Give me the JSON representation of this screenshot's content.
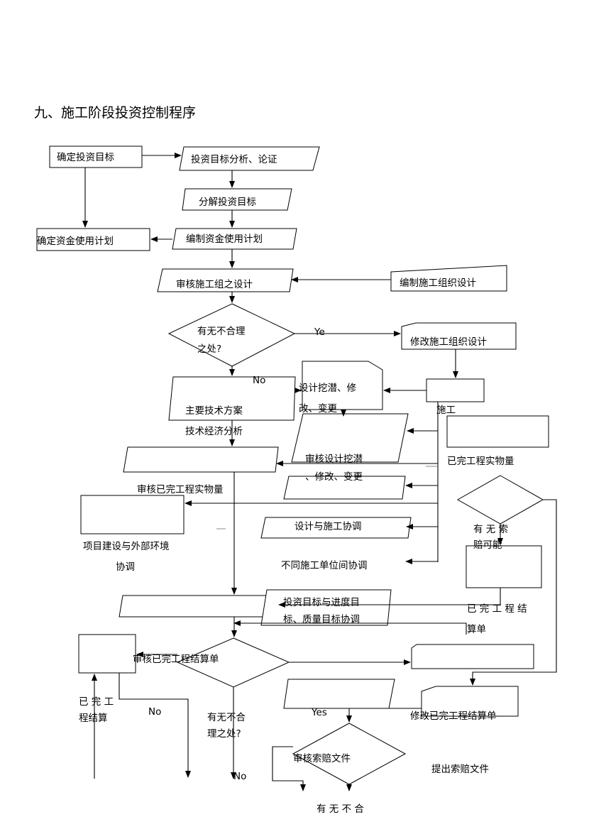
{
  "title": "九、施工阶段投资控制程序",
  "labels": {
    "t1": "确定投资目标",
    "t2": "投资目标分析、论证",
    "t3": "分解投资目标",
    "t4": "确定资金使用计划",
    "t5": "编制资金使用计划",
    "t6": "审核施工组之设计",
    "t7": "编制施工组织设计",
    "t8a": "有无不合理",
    "t8b": "之处?",
    "t9": "Ye",
    "t10": "修改施工组织设计",
    "t11": "No",
    "t12": "主要技术方案",
    "t13": "技术经济分析",
    "t14a": "设计挖潜、修",
    "t14b": "改、变更",
    "t15": "施工",
    "t16a": "审核设计挖潜",
    "t16b": "、修改、变更",
    "t17": "已完工程实物量",
    "t18": "审核已完工程实物量",
    "t19a": "项目建设与外部环境",
    "t19b": "协调",
    "t20": "设计与施工协调",
    "t21a": "有 无 索",
    "t21b": "赔可能",
    "t22": "不同施工单位间协调",
    "t23a": "投资目标与进度目",
    "t23b": "标、质量目标协调",
    "t24a": "已 完 工 程 结",
    "t24b": "算单",
    "t25": "审核已完工程结算单",
    "t26a": "已 完 工",
    "t26b": "程结算",
    "t27": "No",
    "t28a": "有无不合",
    "t28b": "理之处?",
    "t29": "Yes",
    "t30": "修改已完工程结算单",
    "t31": "审核索赔文件",
    "t32": "提出索赔文件",
    "t33": "No",
    "t34": "有 无 不 合"
  }
}
